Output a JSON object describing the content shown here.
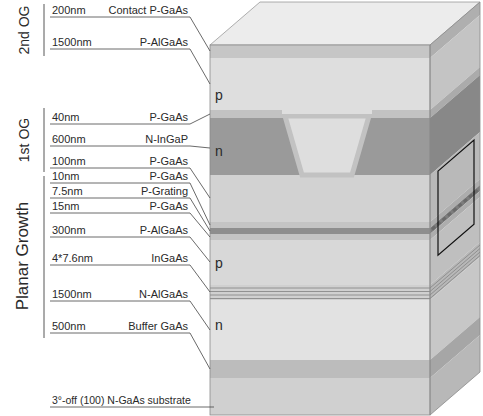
{
  "diagram": {
    "labels": [
      "2nd OG",
      "1st OG",
      "Planar Growth",
      "200nm",
      "Contact P-GaAs",
      "1500nm",
      "P-AlGaAs",
      "40nm",
      "P-GaAs",
      "600nm",
      "N-InGaP",
      "100nm",
      "P-GaAs",
      "10nm",
      "P-GaAs",
      "7.5nm",
      "P-Grating",
      "15nm",
      "P-GaAs",
      "300nm",
      "P-AlGaAs",
      "4*7.6nm",
      "InGaAs",
      "1500nm",
      "N-AlGaAs",
      "500nm",
      "Buffer GaAs",
      "3°-off (100) N-GaAs substrate",
      "p",
      "n",
      "p",
      "n"
    ]
  }
}
